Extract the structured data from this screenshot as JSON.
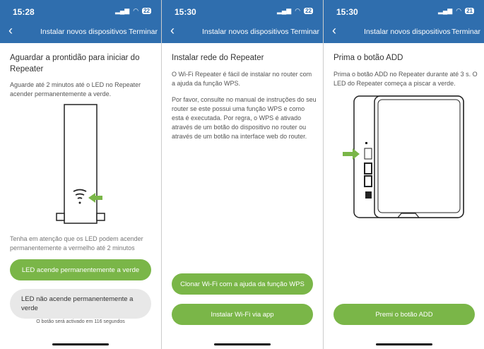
{
  "screens": [
    {
      "time": "15:28",
      "battery": "22",
      "back": "‹",
      "title": "Instalar novos dispositivos",
      "done": "Terminar",
      "heading": "Aguardar a prontidão para iniciar do Repeater",
      "body": "Aguarde até 2 minutos até o LED no Repeater acender permanentemente a verde.",
      "note": "Tenha em atenção que os LED podem acender permanentemente a vermelho até 2 minutos",
      "btn_primary": "LED acende permanentemente a verde",
      "btn_secondary": "LED não acende permanentemente a verde",
      "countdown": "O botão será activado em 116 segundos"
    },
    {
      "time": "15:30",
      "battery": "22",
      "back": "‹",
      "title": "Instalar novos dispositivos",
      "done": "Terminar",
      "heading": "Instalar rede do Repeater",
      "body1": "O Wi-Fi Repeater é fácil de instalar no router com a ajuda da função WPS.",
      "body2": "Por favor, consulte no manual de instruções do seu router se este possui uma função WPS e como esta é executada. Por regra, o WPS é ativado através de um botão do dispositivo no router ou através de um botão na interface web do router.",
      "btn_wps": "Clonar Wi-Fi com a ajuda da função WPS",
      "btn_app": "Instalar Wi-Fi via app"
    },
    {
      "time": "15:30",
      "battery": "21",
      "back": "‹",
      "title": "Instalar novos dispositivos",
      "done": "Terminar",
      "heading": "Prima o botão ADD",
      "body": "Prima o botão ADD no Repeater durante até 3 s. O LED do Repeater começa a piscar a verde.",
      "btn_add": "Premi o botão ADD"
    }
  ],
  "colors": {
    "header": "#2f6eae",
    "accent": "#7ab648"
  }
}
